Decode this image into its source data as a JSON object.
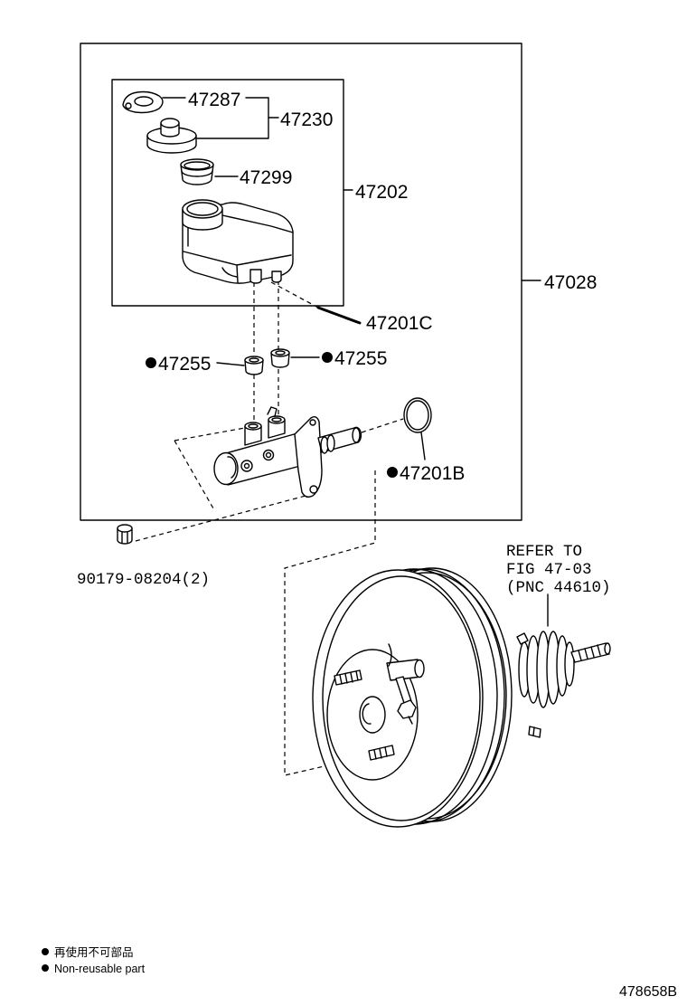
{
  "callouts": {
    "c47287": "47287",
    "c47230": "47230",
    "c47299": "47299",
    "c47202": "47202",
    "c47028": "47028",
    "c47201C": "47201C",
    "c47255_left": "47255",
    "c47255_right": "47255",
    "c47201B": "47201B",
    "c90179": "90179-08204(2)"
  },
  "reference_note": [
    "REFER TO",
    "FIG 47-03",
    "(PNC 44610)"
  ],
  "legend": {
    "symbol": "non-reusable-bullet",
    "text_ja": "再使用不可部品",
    "text_en": "Non-reusable part"
  },
  "figure_id": "478658B",
  "colors": {
    "line": "#000000",
    "background": "#ffffff"
  }
}
